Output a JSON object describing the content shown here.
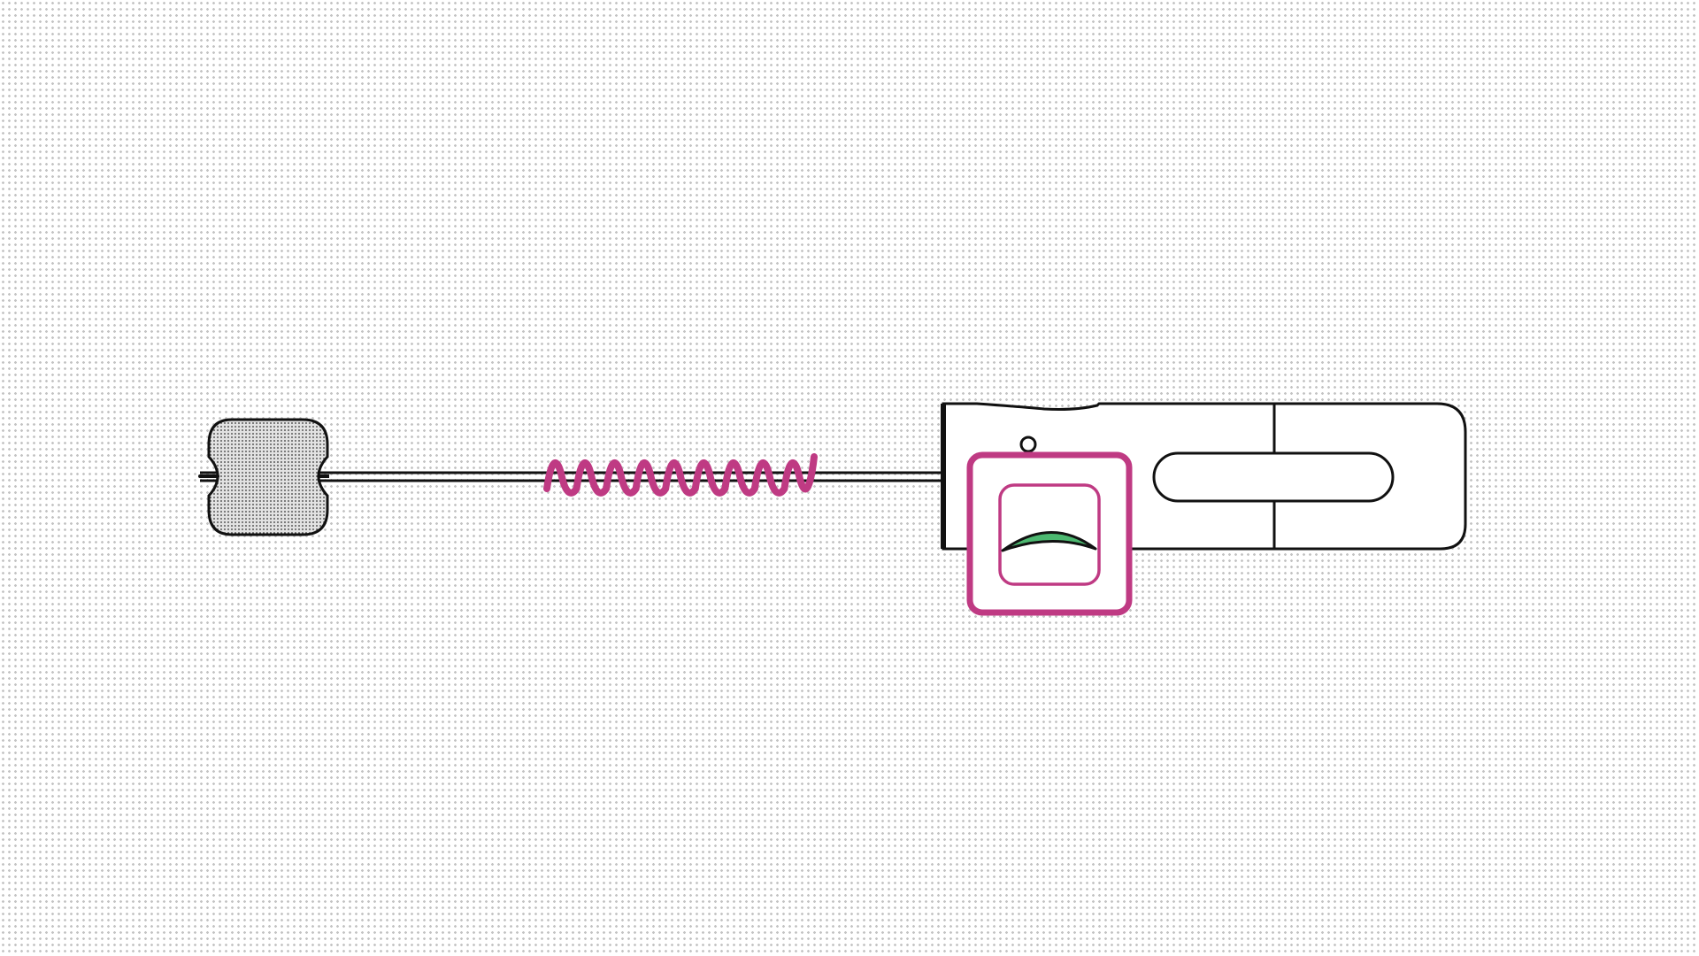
{
  "diagram": {
    "components": [
      {
        "name": "distal-balloon",
        "icon": "stippled-balloon"
      },
      {
        "name": "catheter-shaft",
        "icon": "line"
      },
      {
        "name": "coil-spring",
        "icon": "helix"
      },
      {
        "name": "handle-body",
        "icon": "rounded-rectangle"
      },
      {
        "name": "handle-slot",
        "icon": "pill-slot"
      },
      {
        "name": "indicator-window",
        "icon": "gauge-window"
      }
    ],
    "colors": {
      "outline": "#111111",
      "coil": "#bf3a83",
      "highlight": "#bf3a83",
      "gauge_fill": "#4cb870",
      "balloon_fill": "#e2e2e2",
      "background_dots": "#c4c4c4"
    },
    "coil_turns": 9
  }
}
